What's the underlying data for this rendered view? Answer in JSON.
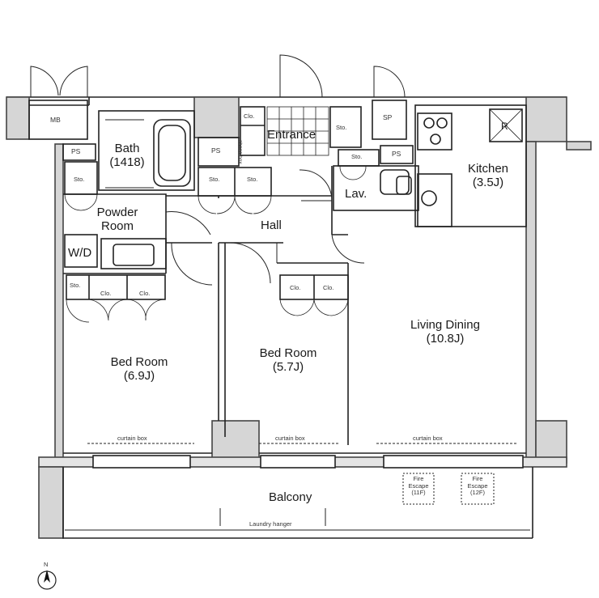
{
  "rooms": {
    "entrance": "Entrance",
    "bath": "Bath\n(1418)",
    "kitchen": "Kitchen\n(3.5J)",
    "lav": "Lav.",
    "powder_room": "Powder\nRoom",
    "hall": "Hall",
    "wd": "W/D",
    "bedroom1": "Bed Room\n(6.9J)",
    "bedroom2": "Bed Room\n(5.7J)",
    "living_dining": "Living Dining\n(10.8J)",
    "balcony": "Balcony"
  },
  "small_labels": {
    "mb": "MB",
    "sp": "SP",
    "r": "R",
    "ps": "PS",
    "sto": "Sto.",
    "clo": "Clo.",
    "shoes_box": "shoes box",
    "curtain_box": "curtain box",
    "laundry_hanger": "Laundry hanger",
    "fire_escape_11f": "Fire\nEscape\n(11F)",
    "fire_escape_12f": "Fire\nEscape\n(12F)",
    "north": "N"
  }
}
